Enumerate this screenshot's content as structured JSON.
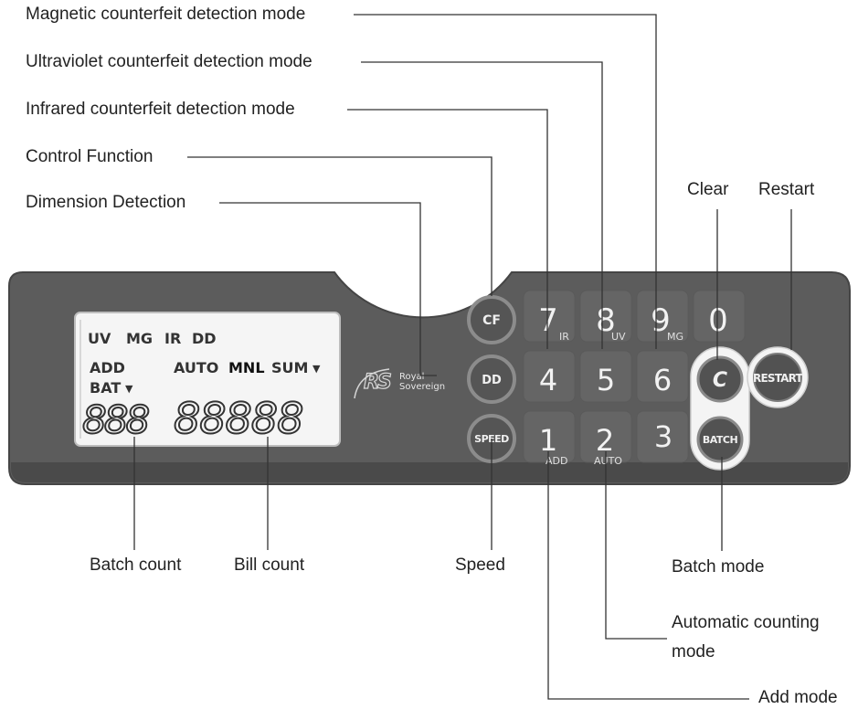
{
  "callouts": {
    "magnetic": "Magnetic counterfeit detection mode",
    "ultraviolet": "Ultraviolet counterfeit detection mode",
    "infrared": "Infrared counterfeit detection mode",
    "control": "Control Function",
    "dimension": "Dimension Detection",
    "clear": "Clear",
    "restart": "Restart",
    "batch_count": "Batch count",
    "bill_count": "Bill count",
    "speed": "Speed",
    "batch_mode": "Batch mode",
    "auto_mode_line1": "Automatic counting",
    "auto_mode_line2": "mode",
    "add_mode": "Add mode"
  },
  "lcd": {
    "row1": [
      "UV",
      "MG",
      "IR",
      "DD"
    ],
    "add": "ADD",
    "auto": "AUTO",
    "mnl": "MNL",
    "sum": "SUM",
    "sum_arrow": "▼",
    "bat": "BAT",
    "bat_arrow": "▼",
    "batch_digits": "888",
    "bill_digits": "88888"
  },
  "logo": {
    "mark": "RS",
    "line1": "Royal",
    "line2": "Sovereign"
  },
  "round_buttons": {
    "cf": "CF",
    "dd": "DD",
    "speed": "SPEED"
  },
  "keys": {
    "k7": "7",
    "k7_sub": "IR",
    "k8": "8",
    "k8_sub": "UV",
    "k9": "9",
    "k9_sub": "MG",
    "k0": "0",
    "k4": "4",
    "k5": "5",
    "k6": "6",
    "k1": "1",
    "k1_sub": "ADD",
    "k2": "2",
    "k2_sub": "AUTO",
    "k3": "3"
  },
  "side_buttons": {
    "clear": "C",
    "batch": "BATCH",
    "restart": "RESTART"
  },
  "colors": {
    "panel": "#5a5a5a",
    "panel_edge": "#3f3f3f",
    "lcd": "#f4f4f4",
    "key": "#666666",
    "button_face": "#4d4d4d",
    "button_ring": "#8a8a8a",
    "white_button": "#f2f2f2"
  }
}
